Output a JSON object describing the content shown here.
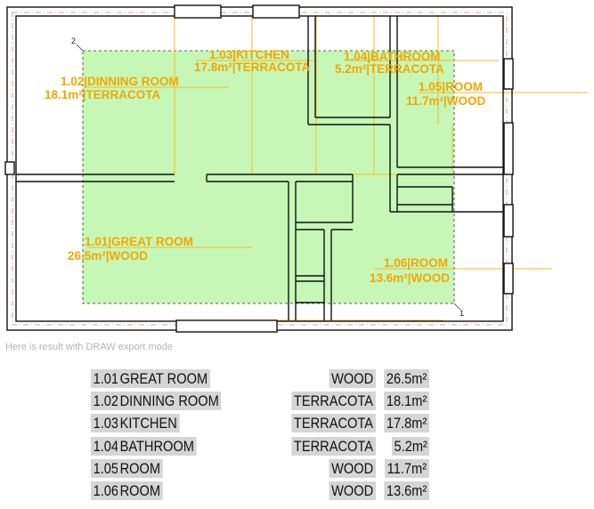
{
  "caption": "Here is result with DRAW export mode",
  "plan": {
    "rooms": [
      {
        "id": "great-room",
        "number": "1.01",
        "name": "GREAT ROOM",
        "area": "26.5m²",
        "material": "WOOD"
      },
      {
        "id": "dinning-room",
        "number": "1.02",
        "name": "DINNING ROOM",
        "area": "18.1m²",
        "material": "TERRACOTA"
      },
      {
        "id": "kitchen",
        "number": "1.03",
        "name": "KITCHEN",
        "area": "17.8m²",
        "material": "TERRACOTA"
      },
      {
        "id": "bathroom",
        "number": "1.04",
        "name": "BATHROOM",
        "area": "5.2m²",
        "material": "TERRACOTA"
      },
      {
        "id": "room-105",
        "number": "1.05",
        "name": "ROOM",
        "area": "11.7m²",
        "material": "WOOD"
      },
      {
        "id": "room-106",
        "number": "1.06",
        "name": "ROOM",
        "area": "13.6m²",
        "material": "WOOD"
      }
    ],
    "markers": {
      "corner_1": "1",
      "corner_2": "2"
    }
  },
  "schedule": [
    {
      "number": "1.01",
      "name": "GREAT ROOM",
      "material": "WOOD",
      "area": "26.5m²"
    },
    {
      "number": "1.02",
      "name": "DINNING ROOM",
      "material": "TERRACOTA",
      "area": "18.1m²"
    },
    {
      "number": "1.03",
      "name": "KITCHEN",
      "material": "TERRACOTA",
      "area": "17.8m²"
    },
    {
      "number": "1.04",
      "name": "BATHROOM",
      "material": "TERRACOTA",
      "area": "5.2m²"
    },
    {
      "number": "1.05",
      "name": "ROOM",
      "material": "WOOD",
      "area": "11.7m²"
    },
    {
      "number": "1.06",
      "name": "ROOM",
      "material": "WOOD",
      "area": "13.6m²"
    }
  ],
  "colors": {
    "label": "#f5a600",
    "leader": "#f5b830",
    "selection_fill": "#c6f7b6",
    "wall": "#111111",
    "wall_center": "#e08080",
    "schedule_bg": "#d5d5d5"
  }
}
